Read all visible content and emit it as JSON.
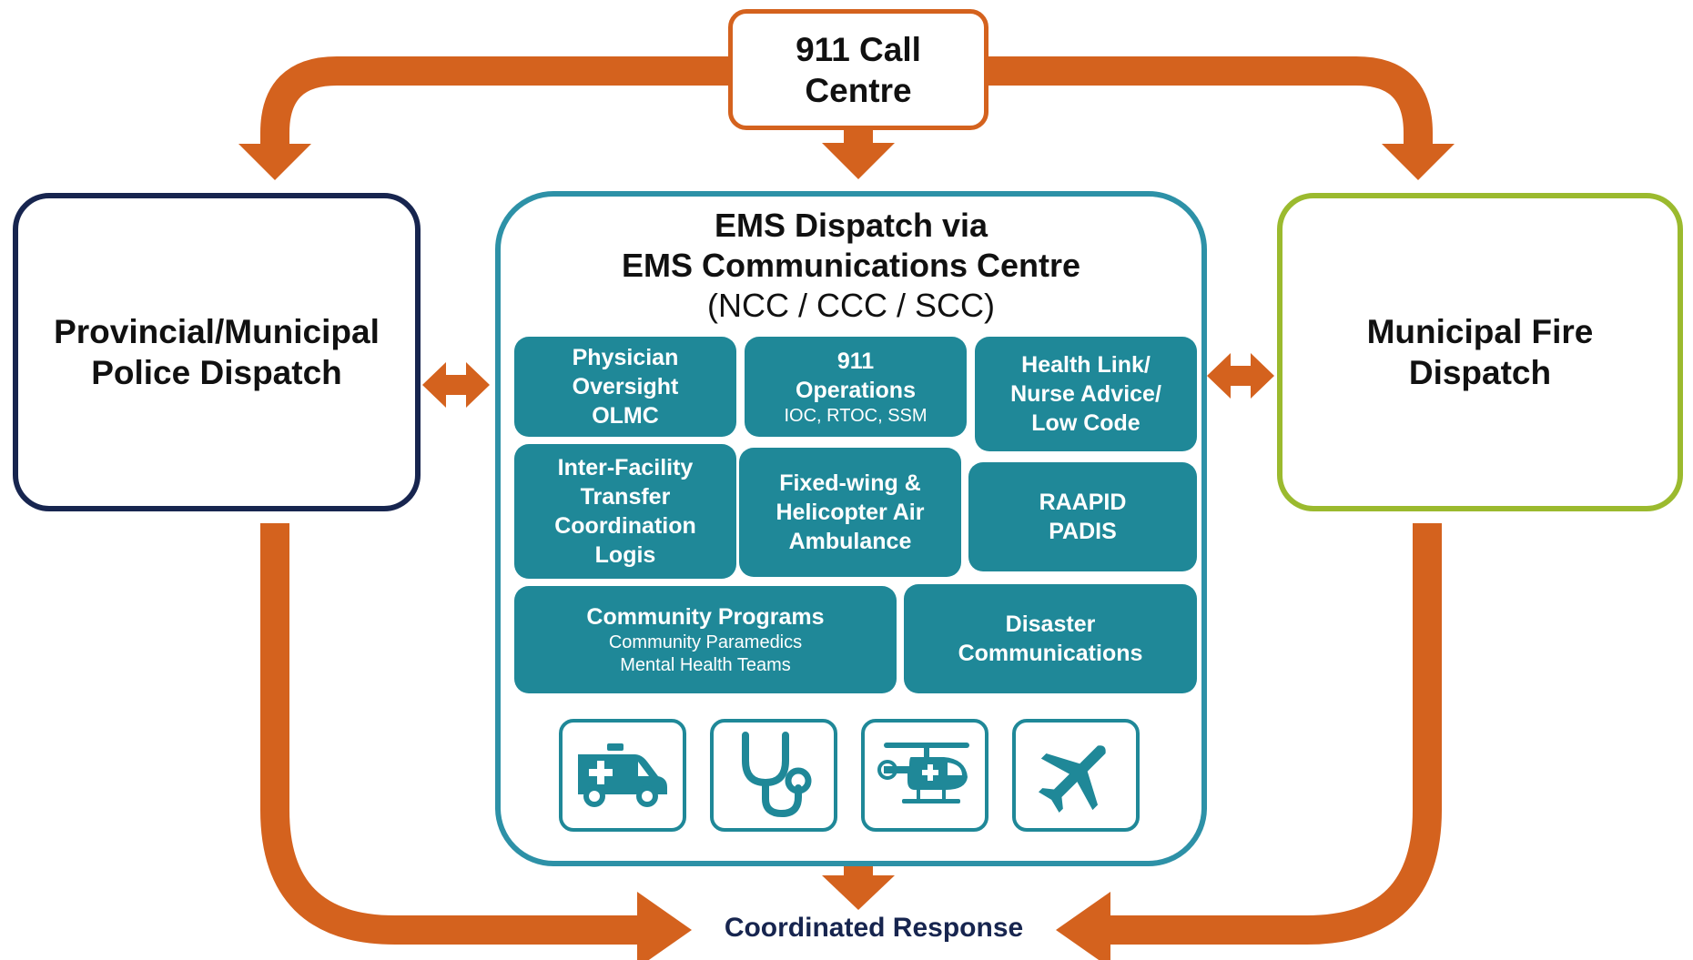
{
  "colors": {
    "arrow": "#d4621e",
    "police_border": "#17254f",
    "fire_border": "#9bba2e",
    "ems_border": "#2d91a7",
    "tile_fill": "#1f8898",
    "coordinated_text": "#17254f"
  },
  "call_centre": {
    "label": "911 Call\nCentre"
  },
  "police": {
    "label": "Provincial/Municipal\nPolice Dispatch"
  },
  "fire": {
    "label": "Municipal Fire\nDispatch"
  },
  "ems": {
    "title_line1": "EMS Dispatch via",
    "title_line2": "EMS Communications Centre",
    "title_line3": "(NCC / CCC / SCC)",
    "tiles": [
      {
        "title": "Physician\nOversight\nOLMC",
        "sub": ""
      },
      {
        "title": "911\nOperations",
        "sub": "IOC, RTOC, SSM"
      },
      {
        "title": "Health Link/\nNurse Advice/\nLow Code",
        "sub": ""
      },
      {
        "title": "Inter-Facility\nTransfer\nCoordination\nLogis",
        "sub": ""
      },
      {
        "title": "Fixed-wing &\nHelicopter Air\nAmbulance",
        "sub": ""
      },
      {
        "title": "RAAPID\nPADIS",
        "sub": ""
      },
      {
        "title": "Community Programs",
        "sub": "Community Paramedics\nMental Health Teams"
      },
      {
        "title": "Disaster\nCommunications",
        "sub": ""
      }
    ],
    "icons": [
      "ambulance-icon",
      "stethoscope-icon",
      "helicopter-icon",
      "airplane-icon"
    ]
  },
  "coordinated_response": {
    "label": "Coordinated Response"
  }
}
